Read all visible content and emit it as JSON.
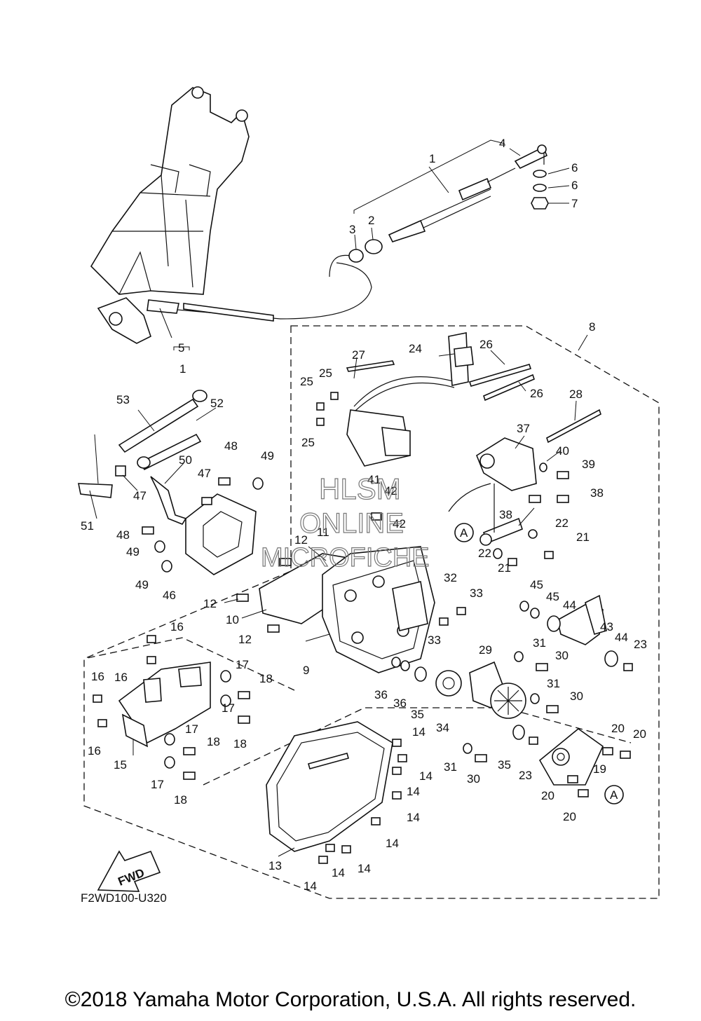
{
  "diagram": {
    "drawing_code": "F2WD100-U320",
    "fwd_label": "FWD",
    "ref_marker": "A",
    "watermark": [
      "HLSM",
      "ONLINE",
      "MICROFICHE"
    ],
    "copyright": "©2018 Yamaha Motor Corporation, U.S.A. All rights reserved.",
    "callouts": [
      "1",
      "2",
      "3",
      "4",
      "5",
      "6",
      "7",
      "8",
      "9",
      "10",
      "11",
      "12",
      "13",
      "14",
      "15",
      "16",
      "17",
      "18",
      "19",
      "20",
      "21",
      "22",
      "23",
      "24",
      "25",
      "26",
      "27",
      "28",
      "29",
      "30",
      "31",
      "32",
      "33",
      "34",
      "35",
      "36",
      "37",
      "38",
      "39",
      "40",
      "41",
      "42",
      "43",
      "44",
      "45",
      "46",
      "47",
      "48",
      "49",
      "50",
      "51",
      "52",
      "53"
    ]
  }
}
